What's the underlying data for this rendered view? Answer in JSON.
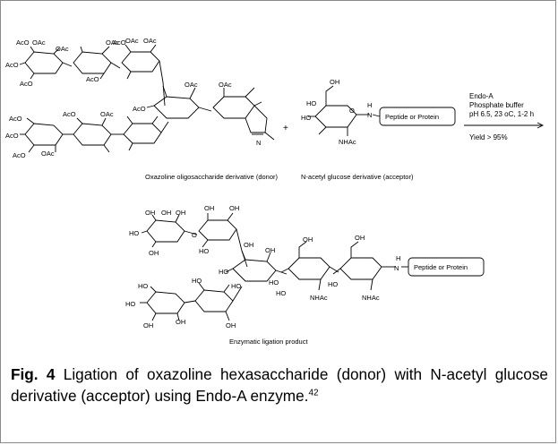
{
  "scheme": {
    "donor": {
      "substituents": [
        "AcO",
        "OAc",
        "AcO",
        "OAc",
        "AcO",
        "AcO",
        "OAc",
        "AcO",
        "OAc",
        "OAc",
        "OAc",
        "AcO",
        "OAc",
        "AcO",
        "AcO",
        "OAc",
        "AcO",
        "OAc",
        "AcO",
        "N"
      ],
      "label": "Oxazoline oligosaccharide derivative (donor)"
    },
    "plus": "+",
    "acceptor": {
      "substituents": [
        "OH",
        "HO",
        "HO",
        "O",
        "H",
        "N",
        "NHAc"
      ],
      "box": "Peptide or Protein",
      "label": "N-acetyl glucose derivative (acceptor)"
    },
    "conditions": [
      "Endo-A",
      "Phosphate buffer",
      "pH 6.5, 23 oC, 1-2 h",
      "Yield > 95%"
    ],
    "product": {
      "substituents": [
        "OH",
        "OH",
        "OH",
        "HO",
        "OH",
        "HO",
        "OH",
        "O",
        "OH",
        "HO",
        "HO",
        "OH",
        "HO",
        "OH",
        "HO",
        "NHAc",
        "OH",
        "HO",
        "NHAc",
        "H",
        "N",
        "OH",
        "OH",
        "HO",
        "HO",
        "OH",
        "HO",
        "OH"
      ],
      "box": "Peptide or Protein",
      "label": "Enzymatic ligation product"
    }
  },
  "caption": {
    "label": "Fig. 4",
    "text": " Ligation of oxazoline hexasaccharide (donor) with N-acetyl glucose derivative (acceptor) using Endo-A enzyme.",
    "ref": "42"
  }
}
